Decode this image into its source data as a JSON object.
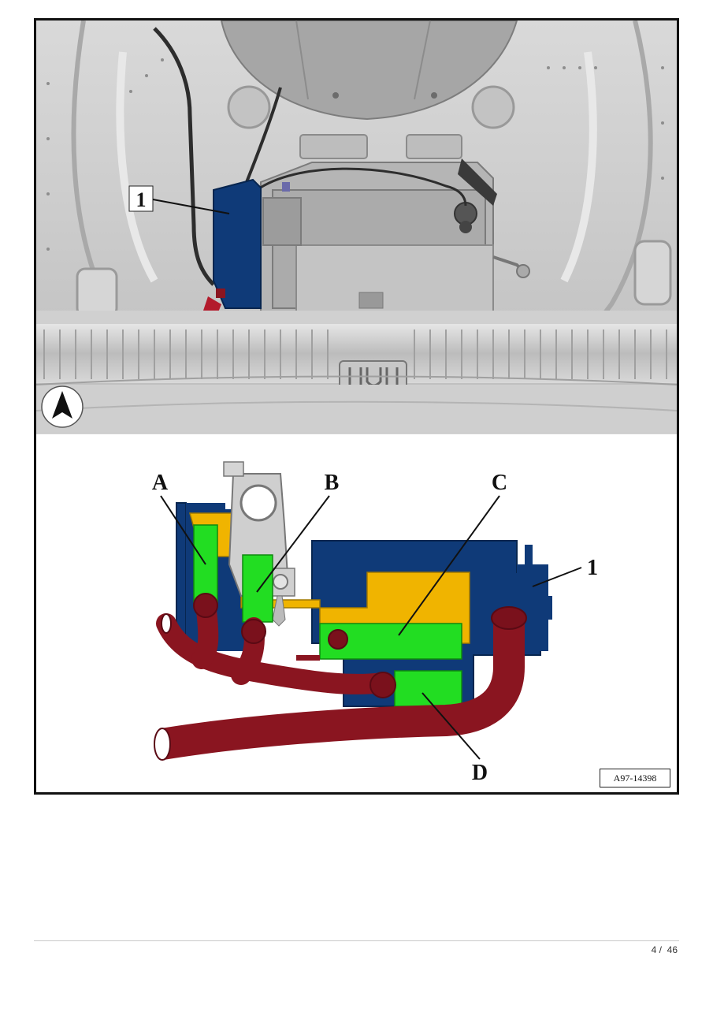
{
  "figure": {
    "callouts": {
      "part_1_top": "1",
      "part_1_bottom": "1",
      "A": "A",
      "B": "B",
      "C": "C",
      "D": "D"
    },
    "figure_id": "A97-14398",
    "view_direction_icon": "direction-arrow-icon",
    "colors": {
      "housing_blue": "#0f3a78",
      "fuse_green": "#22dd22",
      "terminal_yellow": "#f0b400",
      "cable_red": "#8a1520",
      "panel_grey": "#cfcfcf"
    }
  },
  "footer": {
    "page_number": "4 /  46"
  }
}
